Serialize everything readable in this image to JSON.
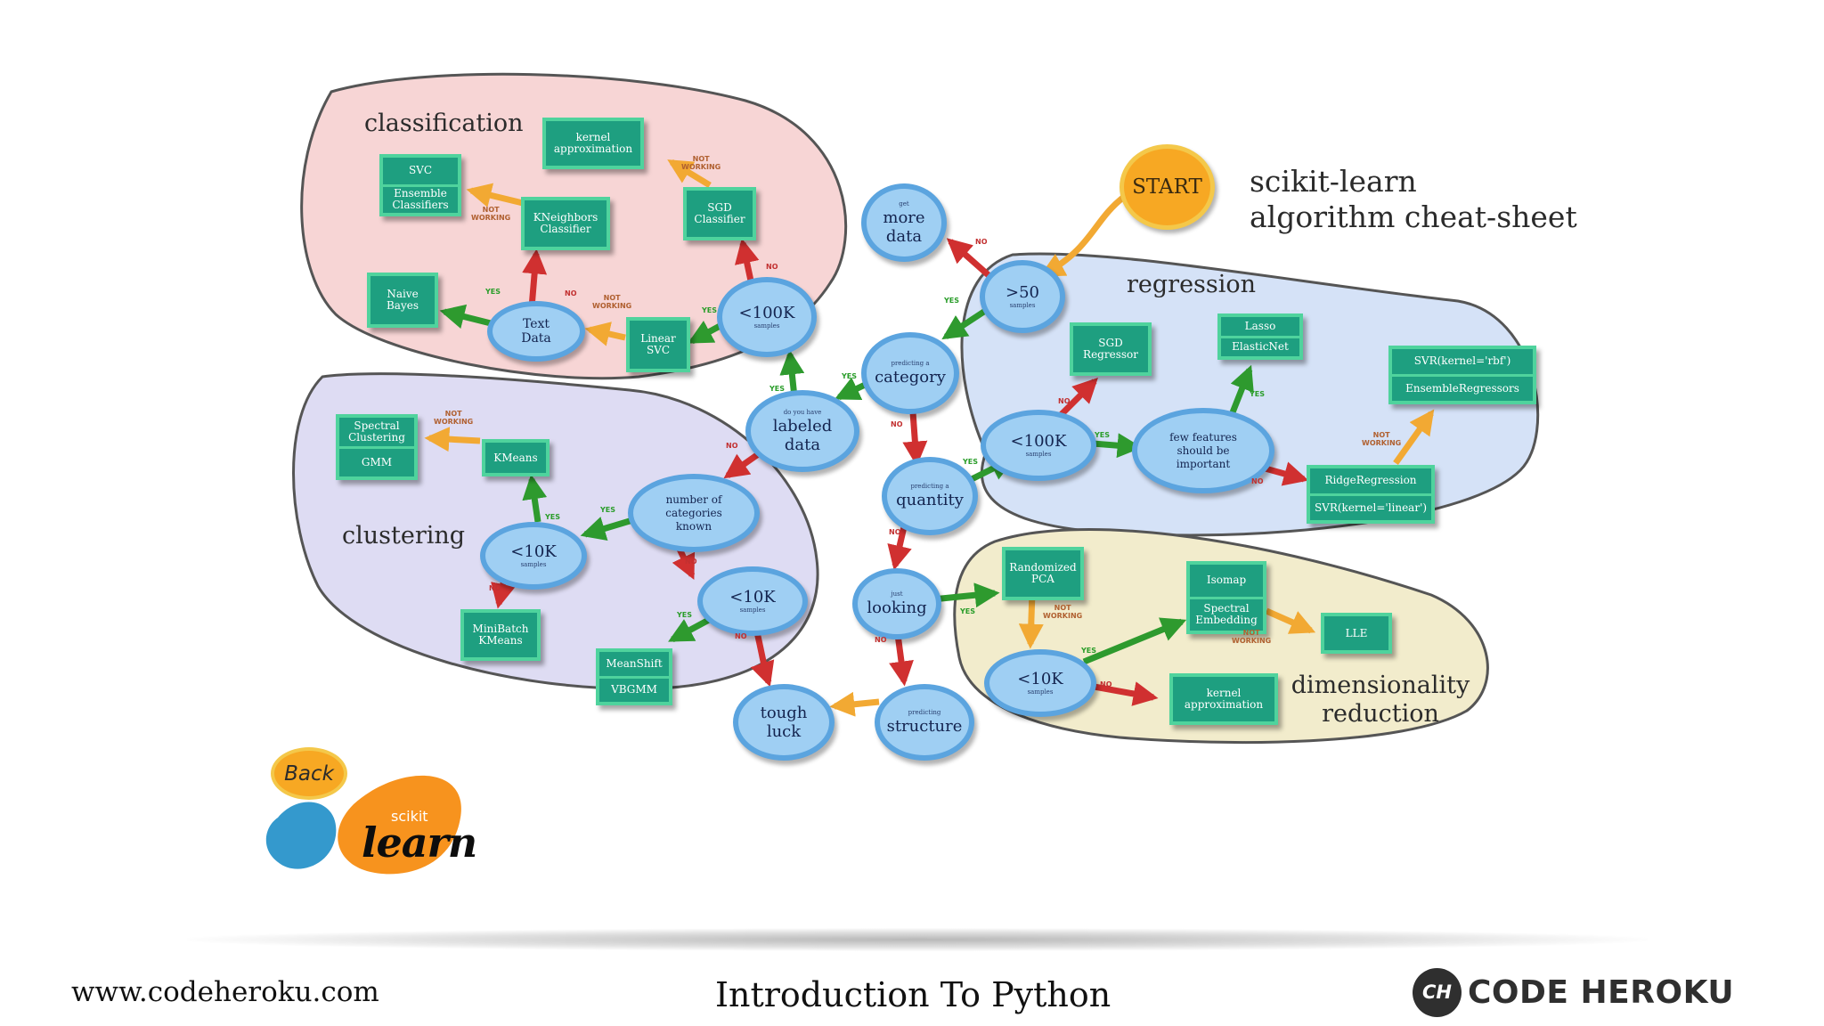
{
  "sheet": {
    "title_line1": "scikit-learn",
    "title_line2": "algorithm cheat-sheet",
    "start_label": "START",
    "back_label": "Back",
    "logo_scikit": "scikit",
    "logo_learn": "learn"
  },
  "colors": {
    "classification_fill": "#f7d5d5",
    "clustering_fill": "#dedcf3",
    "regression_fill": "#d5e2f7",
    "dimensionality_fill": "#f2eccc",
    "box_fill": "#1e9f80",
    "ellipse_fill": "#9fcff3",
    "yes_arrow": "#2e9a2e",
    "no_arrow": "#d03030",
    "not_working_arrow": "#f2a933",
    "start_fill": "#f7a823"
  },
  "regions": {
    "classification": "classification",
    "clustering": "clustering",
    "regression": "regression",
    "dimensionality_line1": "dimensionality",
    "dimensionality_line2": "reduction"
  },
  "decisions": {
    "more_data": {
      "small": "get",
      "big1": "more",
      "big2": "data"
    },
    "gt50": {
      "big": ">50",
      "small": "samples"
    },
    "category": {
      "small": "predicting a",
      "big": "category"
    },
    "labeled": {
      "small": "do you have",
      "big1": "labeled",
      "big2": "data"
    },
    "cls_100k": {
      "big": "<100K",
      "small": "samples"
    },
    "text_data": {
      "big1": "Text",
      "big2": "Data"
    },
    "reg_100k": {
      "big": "<100K",
      "small": "samples"
    },
    "few_features": {
      "line1": "few features",
      "line2": "should be",
      "line3": "important"
    },
    "quantity": {
      "small": "predicting a",
      "big": "quantity"
    },
    "just_looking": {
      "small": "just",
      "big": "looking"
    },
    "structure": {
      "small": "predicting",
      "big": "structure"
    },
    "tough_luck": {
      "big1": "tough",
      "big2": "luck"
    },
    "num_categories": {
      "line1": "number of",
      "line2": "categories",
      "line3": "known"
    },
    "clu_10k_a": {
      "big": "<10K",
      "small": "samples"
    },
    "clu_10k_b": {
      "big": "<10K",
      "small": "samples"
    },
    "dim_10k": {
      "big": "<10K",
      "small": "samples"
    }
  },
  "estimators": {
    "kernel_approx_cls": "kernel approximation",
    "svc": "SVC",
    "ensemble_classifiers": "Ensemble Classifiers",
    "kneighbors": "KNeighbors Classifier",
    "sgd_classifier": "SGD Classifier",
    "naive_bayes": "Naive Bayes",
    "linear_svc": "Linear SVC",
    "sgd_regressor": "SGD Regressor",
    "lasso": "Lasso",
    "elasticnet": "ElasticNet",
    "svr_rbf": "SVR(kernel='rbf')",
    "ensemble_regressors": "EnsembleRegressors",
    "ridge": "RidgeRegression",
    "svr_linear": "SVR(kernel='linear')",
    "spectral_clustering": "Spectral Clustering",
    "gmm": "GMM",
    "kmeans": "KMeans",
    "minibatch": "MiniBatch KMeans",
    "meanshift": "MeanShift",
    "vbgmm": "VBGMM",
    "randomized_pca": "Randomized PCA",
    "isomap": "Isomap",
    "spectral_embedding": "Spectral Embedding",
    "lle": "LLE",
    "kernel_approx_dim": "kernel approximation"
  },
  "edge_labels": {
    "yes": "YES",
    "no": "NO",
    "not_working_1": "NOT",
    "not_working_2": "WORKING"
  },
  "footer": {
    "website": "www.codeheroku.com",
    "title": "Introduction To Python",
    "brand_badge": "CH",
    "brand_name": "CODE HEROKU"
  }
}
